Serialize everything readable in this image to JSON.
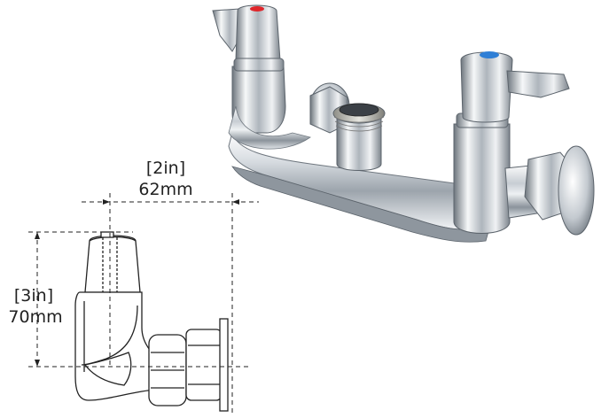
{
  "dimensions": {
    "width": {
      "imperial": "[2in]",
      "metric": "62mm"
    },
    "height": {
      "imperial": "[3in]",
      "metric": "70mm"
    }
  },
  "handles": {
    "hot": {
      "indicator_color": "#e0262b"
    },
    "cold": {
      "indicator_color": "#2f7fd6"
    }
  },
  "colors": {
    "chrome_light": "#f4f6f8",
    "chrome_mid": "#b9c0c7",
    "chrome_dark": "#5c646c",
    "line": "#222222"
  }
}
